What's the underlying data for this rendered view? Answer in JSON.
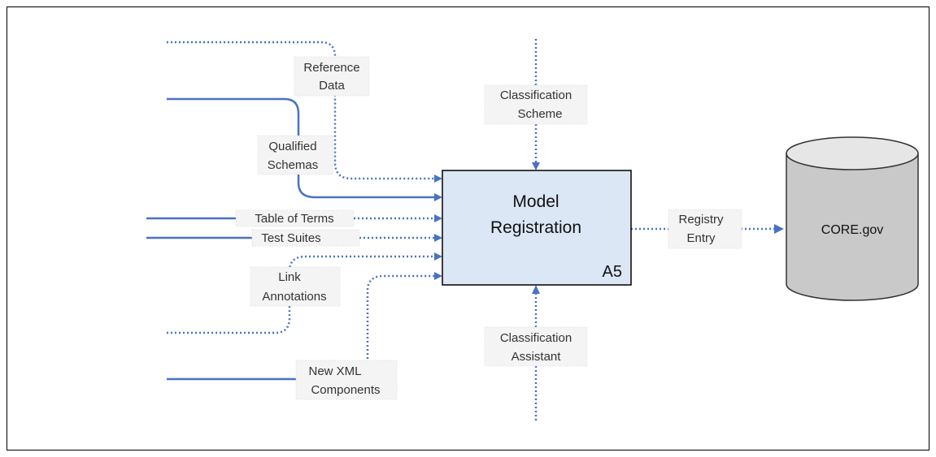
{
  "process": {
    "title_line1": "Model",
    "title_line2": "Registration",
    "code": "A5"
  },
  "inputs": {
    "reference_data": [
      "Reference",
      "Data"
    ],
    "qualified_schemas": [
      "Qualified",
      "Schemas"
    ],
    "table_of_terms": "Table of Terms",
    "test_suites": "Test Suites",
    "link_annotations": [
      "Link",
      "Annotations"
    ],
    "new_xml_components": [
      "New XML",
      "Components"
    ]
  },
  "controls": {
    "classification_scheme": [
      "Classification",
      "Scheme"
    ]
  },
  "mechanisms": {
    "classification_assistant": [
      "Classification",
      "Assistant"
    ]
  },
  "outputs": {
    "registry_entry": [
      "Registry",
      "Entry"
    ]
  },
  "datastore": {
    "label": "CORE.gov"
  },
  "colors": {
    "flow": "#4a72c4",
    "process_fill": "#dbe7f5",
    "datastore_fill": "#c9c9c9"
  }
}
